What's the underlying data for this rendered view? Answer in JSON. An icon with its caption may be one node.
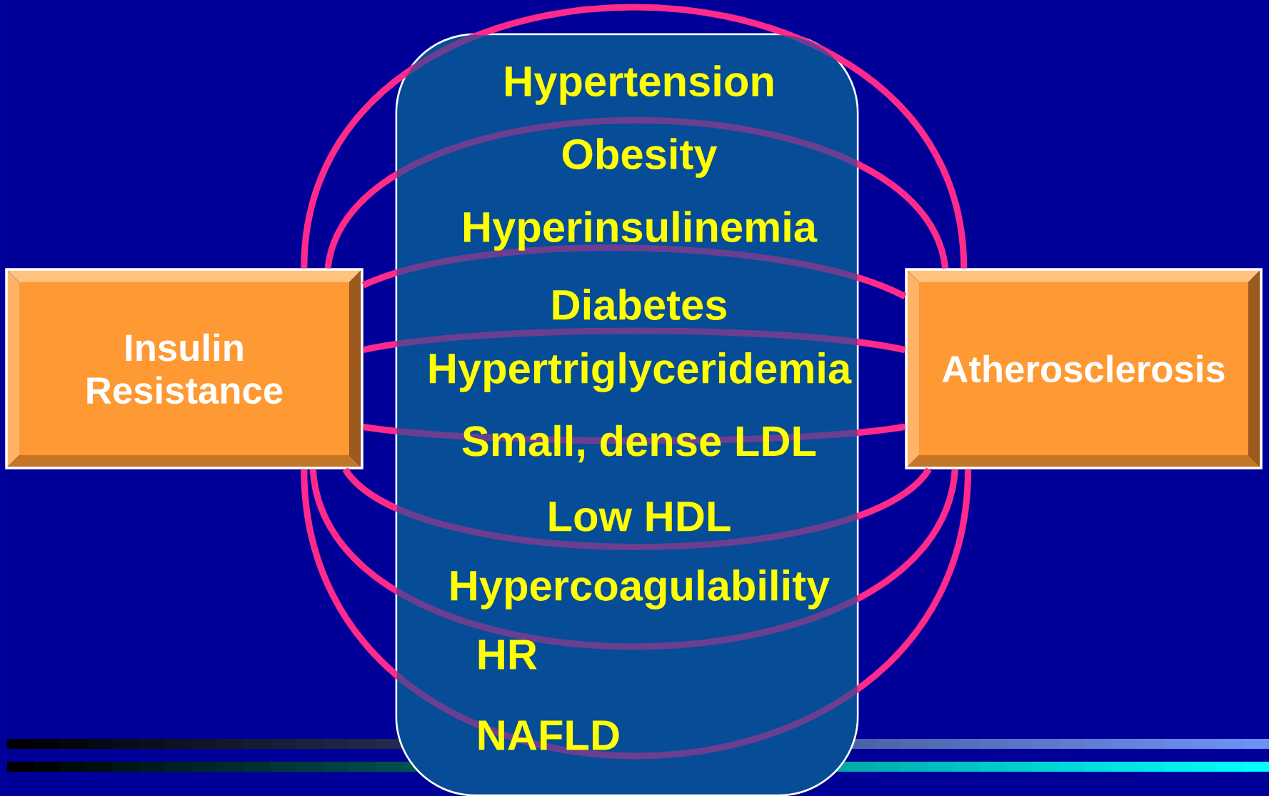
{
  "diagram": {
    "nodes": [
      {
        "text": [
          "Insulin Resistance"
        ]
      },
      {
        "text": [
          "Atherosclerosis"
        ]
      }
    ],
    "edges": [
      {
        "from": 0,
        "to": 1,
        "arrow": "none"
      },
      {
        "from": 0,
        "to": 1,
        "arrow": "none"
      },
      {
        "from": 0,
        "to": 1,
        "arrow": "none"
      },
      {
        "from": 0,
        "to": 1,
        "arrow": "none"
      },
      {
        "from": 0,
        "to": 1,
        "arrow": "none"
      },
      {
        "from": 0,
        "to": 1,
        "arrow": "none"
      },
      {
        "from": 0,
        "to": 1,
        "arrow": "none"
      },
      {
        "from": 0,
        "to": 1,
        "arrow": "none"
      }
    ],
    "labels": [
      "Hypertension",
      "Obesity",
      "Hyperinsulinemia",
      "Diabetes",
      "Hypertriglyceridemia",
      "Small, dense LDL",
      "Low HDL",
      "Hypercoagulability",
      "HR",
      "NAFLD"
    ]
  }
}
